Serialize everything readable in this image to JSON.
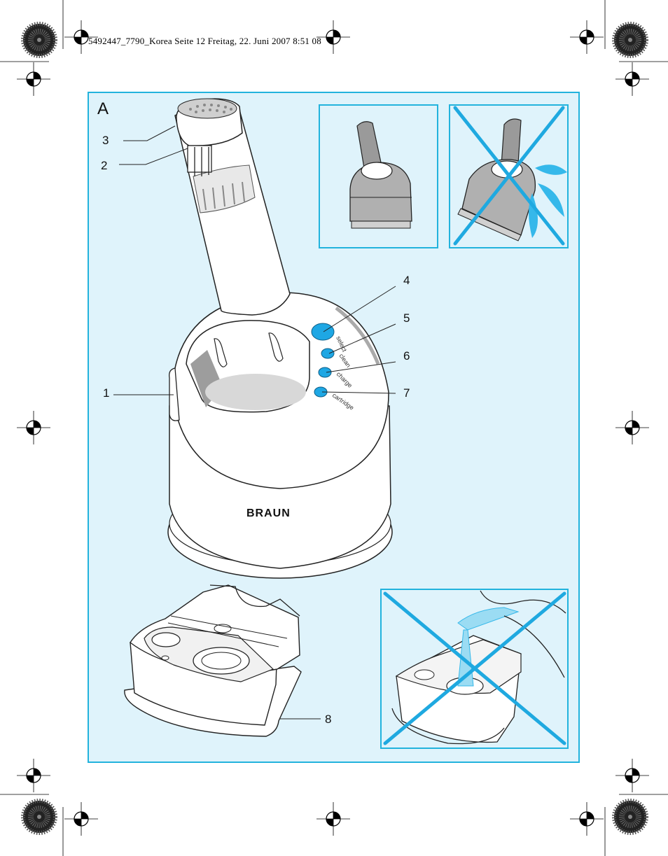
{
  "header": {
    "text": "5492447_7790_Korea  Seite 12  Freitag, 22. Juni 2007  8:51 08"
  },
  "figure": {
    "letter": "A",
    "callouts": [
      "1",
      "2",
      "3",
      "4",
      "5",
      "6",
      "7",
      "8"
    ],
    "button_labels": [
      "select",
      "clean",
      "charge",
      "cartridge"
    ],
    "brand": "BRAUN"
  },
  "colors": {
    "panel_bg": "#dff3fb",
    "panel_border": "#22b3dd",
    "button_blue": "#1ea7e4",
    "cross_blue": "#1fa9e0",
    "grey_dark": "#9a9a9a",
    "grey_mid": "#c8c8c8"
  },
  "icons": [
    "registration-mark-icon",
    "star-target-icon",
    "cross-out-icon",
    "water-drop-icon"
  ]
}
